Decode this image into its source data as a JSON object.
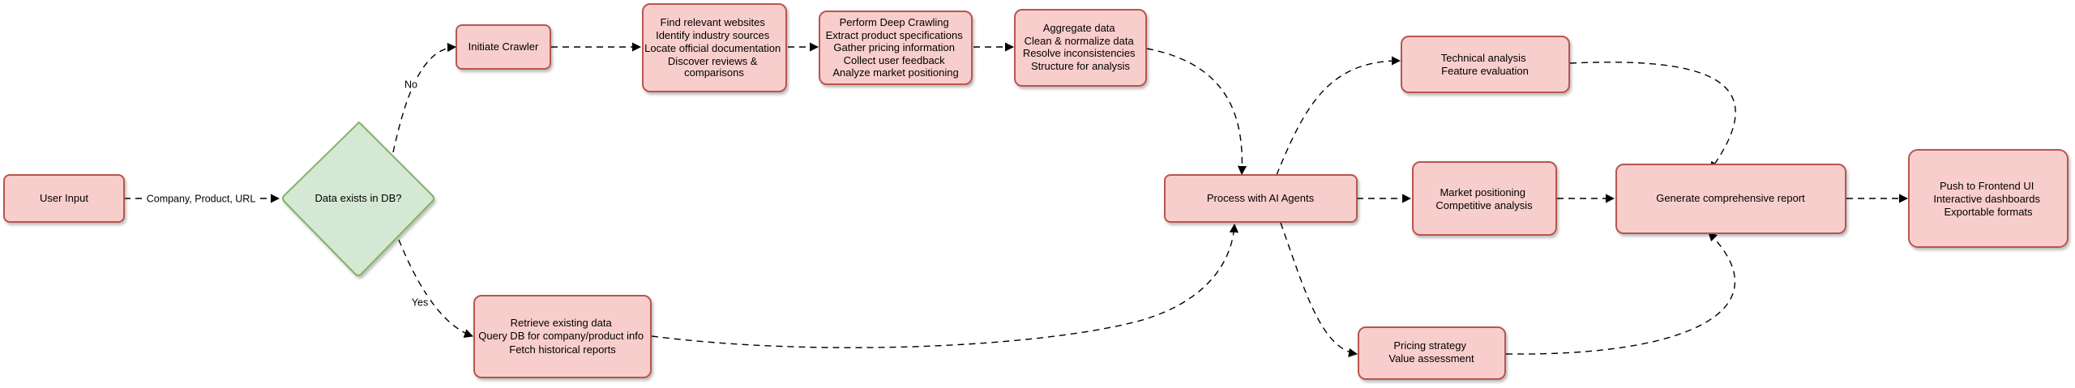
{
  "colors": {
    "process_fill": "#f8cecc",
    "process_stroke": "#b85450",
    "decision_fill": "#d5e8d4",
    "decision_stroke": "#82b366",
    "edge": "#000000"
  },
  "nodes": {
    "user_input": [
      "User Input"
    ],
    "decision": [
      "Data exists in DB?"
    ],
    "initiate_crawler": [
      "Initiate Crawler"
    ],
    "find_websites": [
      "Find relevant websites",
      "Identify industry sources",
      "Locate official documentation",
      "Discover reviews &",
      "comparisons"
    ],
    "deep_crawling": [
      "Perform Deep Crawling",
      "Extract product specifications",
      "Gather pricing information",
      "Collect user feedback",
      "Analyze market positioning"
    ],
    "aggregate": [
      "Aggregate data",
      "Clean & normalize data",
      "Resolve inconsistencies",
      "Structure for analysis"
    ],
    "retrieve": [
      "Retrieve existing data",
      "Query DB for company/product info",
      "Fetch historical reports"
    ],
    "process_agents": [
      "Process with AI Agents"
    ],
    "technical": [
      "Technical analysis",
      "Feature evaluation"
    ],
    "market": [
      "Market positioning",
      "Competitive analysis"
    ],
    "pricing": [
      "Pricing strategy",
      "Value assessment"
    ],
    "report": [
      "Generate comprehensive report"
    ],
    "frontend": [
      "Push to Frontend UI",
      "Interactive dashboards",
      "Exportable formats"
    ]
  },
  "edge_labels": {
    "input_to_decision": "Company, Product, URL",
    "no": "No",
    "yes": "Yes"
  }
}
